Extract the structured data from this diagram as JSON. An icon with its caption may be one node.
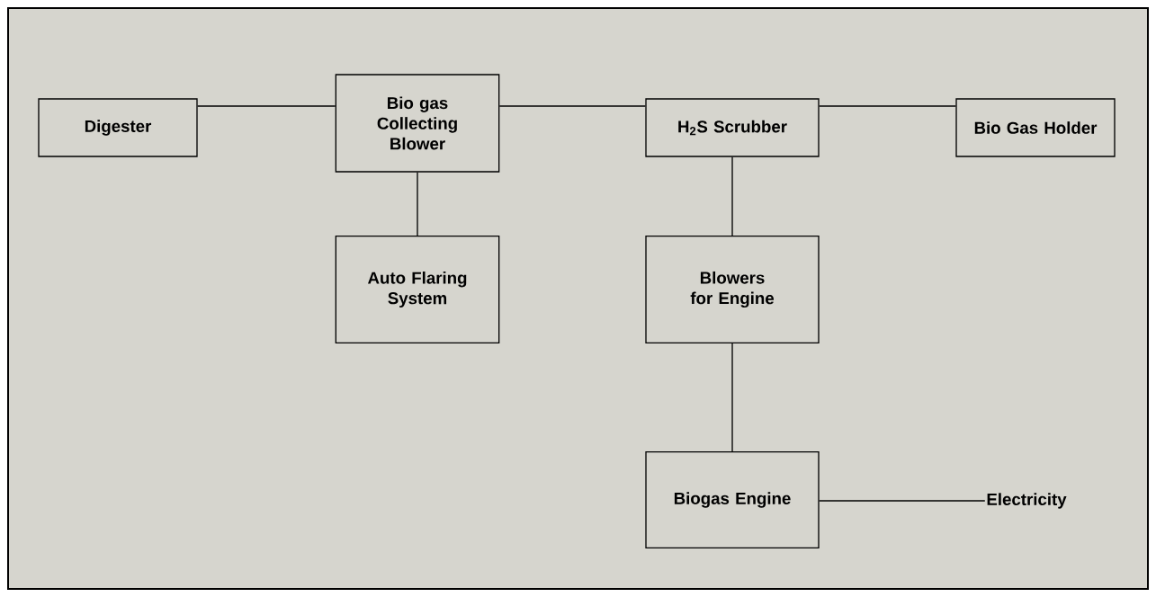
{
  "diagram": {
    "nodes": [
      {
        "text": [
          "Digester"
        ]
      },
      {
        "text": [
          "Bio gas Collecting Blower"
        ]
      },
      {
        "text": [
          "H$_{2}$S Scrubber"
        ]
      },
      {
        "text": [
          "Bio Gas Holder"
        ]
      },
      {
        "text": [
          "Auto Flaring System"
        ]
      },
      {
        "text": [
          "Blowers for Engine"
        ]
      },
      {
        "text": [
          "Biogas Engine"
        ]
      },
      {
        "text": [
          "Electricity"
        ]
      }
    ],
    "edges": [
      {
        "from": 0,
        "to": 1,
        "arrow": "none"
      },
      {
        "from": 1,
        "to": 2,
        "arrow": "none"
      },
      {
        "from": 2,
        "to": 3,
        "arrow": "none"
      },
      {
        "from": 1,
        "to": 4,
        "arrow": "none"
      },
      {
        "from": 2,
        "to": 5,
        "arrow": "none"
      },
      {
        "from": 5,
        "to": 6,
        "arrow": "none"
      },
      {
        "from": 6,
        "to": 7,
        "arrow": "none"
      }
    ]
  }
}
